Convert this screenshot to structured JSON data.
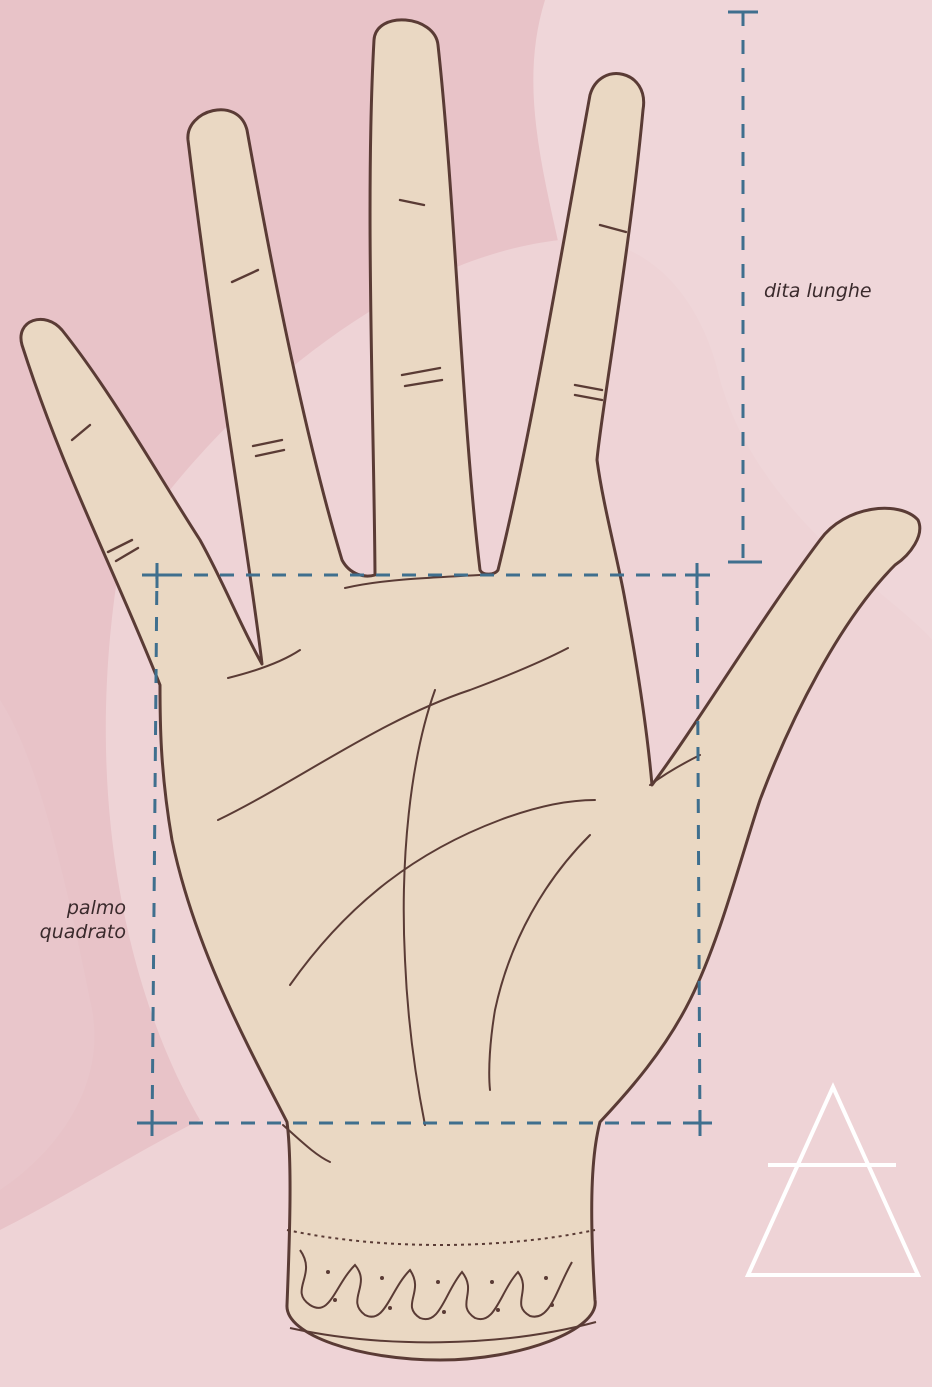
{
  "colors": {
    "background": "#e8c3c8",
    "background_light": "#efd6d9",
    "skin": "#ead8c3",
    "outline": "#5a3b35",
    "measure_line": "#3f6f8e",
    "symbol": "#ffffff"
  },
  "labels": {
    "fingers": "dita lunghe",
    "palm_line1": "palmo",
    "palm_line2": "quadrato"
  },
  "icons": {
    "symbol": "air-element-triangle-icon"
  }
}
